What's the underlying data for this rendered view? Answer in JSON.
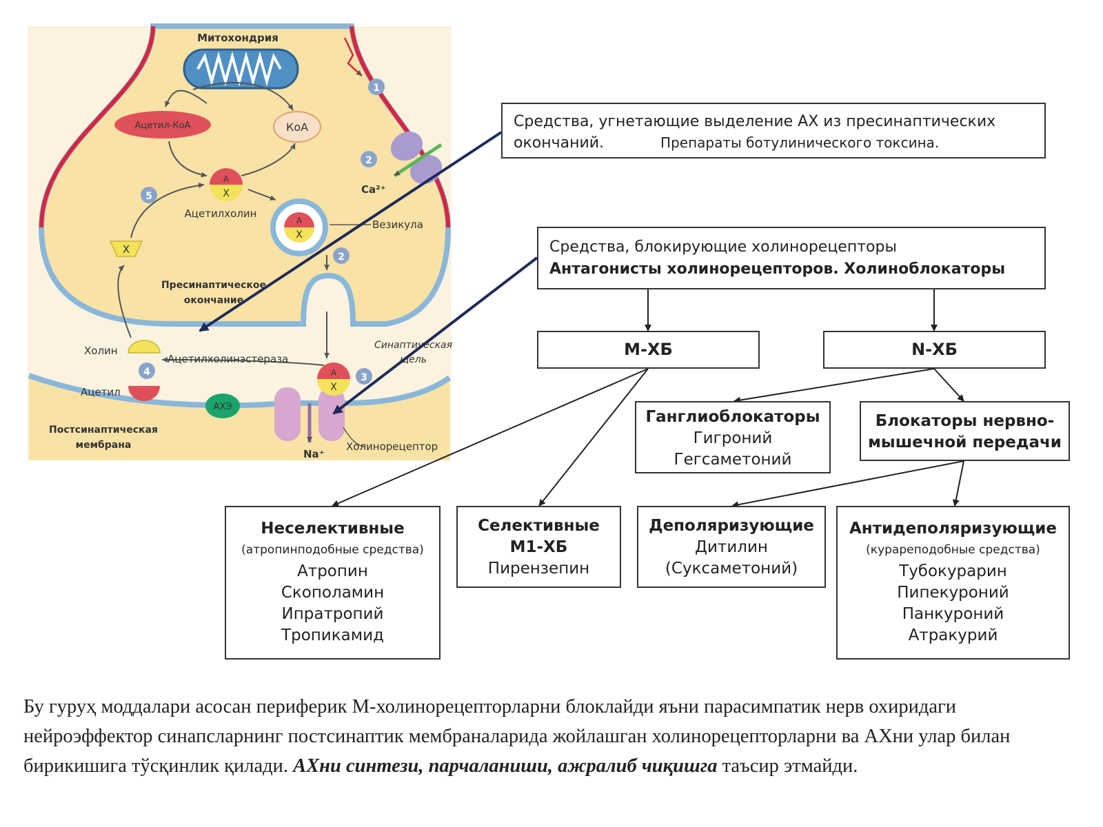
{
  "synapse": {
    "mitochondria": "Митохондрия",
    "acetyl_coa": "Ацетил-КоА",
    "coa": "КоА",
    "acetylcholine": "Ацетилхолин",
    "vesicle": "Везикула",
    "presynaptic_ending_1": "Пресинаптическое",
    "presynaptic_ending_2": "окончание",
    "choline": "Холин",
    "acetylcholinesterase": "Ацетилхолинэстераза",
    "acetyl": "Ацетил",
    "synaptic_cleft_1": "Синаптическая",
    "synaptic_cleft_2": "щель",
    "postsynaptic_membrane_1": "Постсинаптическая",
    "postsynaptic_membrane_2": "мембрана",
    "cholinoreceptor": "Холинорецептор",
    "calcium": "Ca²⁺",
    "sodium": "Na⁺",
    "ache_short": "АХЭ",
    "letter_a": "А",
    "letter_x": "Х",
    "step_1": "1",
    "step_2": "2",
    "step_3": "3",
    "step_4": "4",
    "step_5": "5",
    "colors": {
      "cytoplasm": "#f9e2a6",
      "membrane": "#8ab7d9",
      "membrane_red": "#d7263d",
      "mitochondria": "#4f8fc4",
      "acetyl_red": "#e0505a",
      "choline_yellow": "#f3e25a",
      "receptor": "#d8a7cf",
      "ache_green": "#1aa36b",
      "step_marker": "#8aa4c9",
      "arrow_dark": "#1f2a5a"
    }
  },
  "boxes": {
    "presynaptic": {
      "line1": "Средства, угнетающие выделение АХ из пресинаптических",
      "line2": "окончаний.",
      "line2_b": "Препараты ботулинического токсина."
    },
    "blockers": {
      "line1": "Средства, блокирующие холинорецепторы",
      "line2": "Антагонисты холинорецепторов. Холиноблокаторы"
    },
    "m_xb": "М-ХБ",
    "n_xb": "N-ХБ",
    "ganglio": {
      "title": "Ганглиоблокаторы",
      "items": [
        "Гигроний",
        "Гегсаметоний"
      ]
    },
    "neuromuscular": {
      "line1": "Блокаторы нервно-",
      "line2": "мышечной передачи"
    },
    "nonselective": {
      "title": "Неселективные",
      "subtitle": "(атропинподобные средства)",
      "items": [
        "Атропин",
        "Скополамин",
        "Ипратропий",
        "Тропикамид"
      ]
    },
    "selective": {
      "line1": "Селективные",
      "line2": "М1-ХБ",
      "item": "Пирензепин"
    },
    "depolarizing": {
      "title": "Деполяризующие",
      "items": [
        "Дитилин",
        "(Суксаметоний)"
      ]
    },
    "antidepolarizing": {
      "title": "Антидеполяризующие",
      "subtitle": "(курареподобные средства)",
      "items": [
        "Тубокурарин",
        "Пипекуроний",
        "Панкуроний",
        "Атракурий"
      ]
    }
  },
  "paragraph": {
    "text1": "Бу гуруҳ моддалари асосан периферик М-холинорецепторларни блоклайди яъни парасимпатик нерв охиридаги нейроэффектор синапсларнинг постсинаптик мембраналарида жойлашган холинорецепторларни ва АХни улар билан бирикишига тўсқинлик қилади. ",
    "emph": "АХни синтези, парчаланиши, ажралиб чиқишга",
    "text2": " таъсир  этмайди."
  }
}
